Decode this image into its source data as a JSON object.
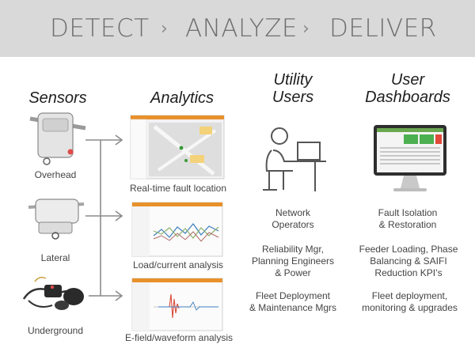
{
  "banner": {
    "step1": "DETECT",
    "step2": "ANALYZE",
    "step3": "DELIVER",
    "chevron": "›"
  },
  "columns": {
    "sensors": "Sensors",
    "analytics": "Analytics",
    "utility_users_line1": "Utility",
    "utility_users_line2": "Users",
    "dashboards_line1": "User",
    "dashboards_line2": "Dashboards"
  },
  "sensors": [
    {
      "label": "Overhead"
    },
    {
      "label": "Lateral"
    },
    {
      "label": "Underground"
    }
  ],
  "analytics": [
    {
      "label": "Real-time fault location"
    },
    {
      "label": "Load/current analysis"
    },
    {
      "label": "E-field/waveform analysis"
    }
  ],
  "users": [
    {
      "line1": "Network",
      "line2": "Operators",
      "line3": ""
    },
    {
      "line1": "Reliability Mgr,",
      "line2": "Planning Engineers",
      "line3": "& Power"
    },
    {
      "line1": "Fleet Deployment",
      "line2": "& Maintenance Mgrs",
      "line3": ""
    }
  ],
  "dashboards": [
    {
      "line1": "Fault Isolation",
      "line2": "& Restoration",
      "line3": ""
    },
    {
      "line1": "Feeder Loading, Phase",
      "line2": "Balancing & SAIFI",
      "line3": "Reduction KPI’s"
    },
    {
      "line1": "Fleet deployment,",
      "line2": "monitoring & upgrades",
      "line3": ""
    }
  ],
  "colors": {
    "banner_bg": "#d9d9d9",
    "accent_orange": "#e8912b",
    "arrow_gray": "#8c8c8c"
  }
}
